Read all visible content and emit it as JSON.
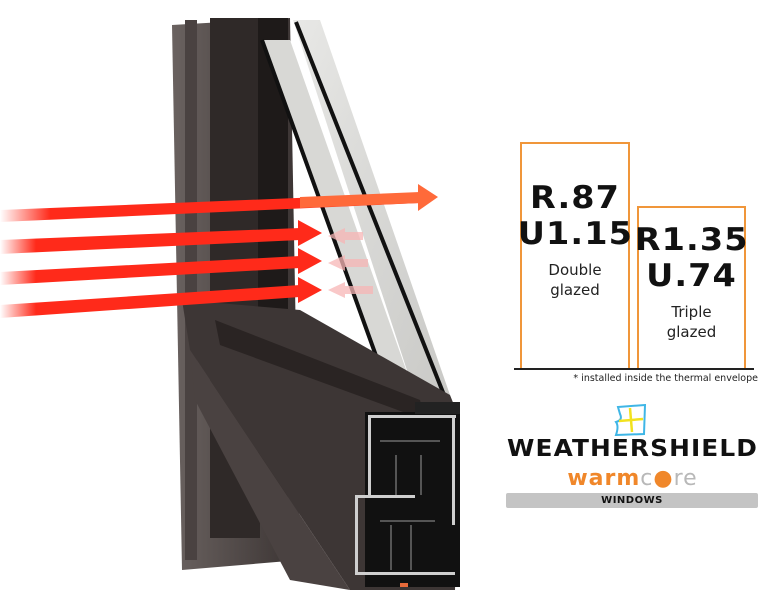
{
  "illustration": {
    "subject": "window-frame-cross-section",
    "heat_arrows": {
      "incoming_count": 4,
      "passing_count": 1,
      "reflected_count": 3,
      "colors": {
        "incoming": "#ff2a1a",
        "passing": "#ff6a3a",
        "reflected": "#f7b6b6"
      }
    },
    "frame_color": "#3d3635"
  },
  "ratings": [
    {
      "r_value": "R.87",
      "u_value": "U1.15",
      "label_line1": "Double",
      "label_line2": "glazed"
    },
    {
      "r_value": "R1.35",
      "u_value": "U.74",
      "label_line1": "Triple",
      "label_line2": "glazed"
    }
  ],
  "footnote": "* installed inside the thermal envelope",
  "brand": {
    "name": "WEATHERSHIELD",
    "sub_warm": "warm",
    "sub_c": "c",
    "sub_dot": "●",
    "sub_re": "re",
    "product": "WINDOWS",
    "colors": {
      "accent": "#f0963a",
      "warm": "#f0872a",
      "core": "#b8b8b8",
      "icon_frame": "#3fb6e6",
      "icon_cross": "#f2e21e"
    }
  }
}
